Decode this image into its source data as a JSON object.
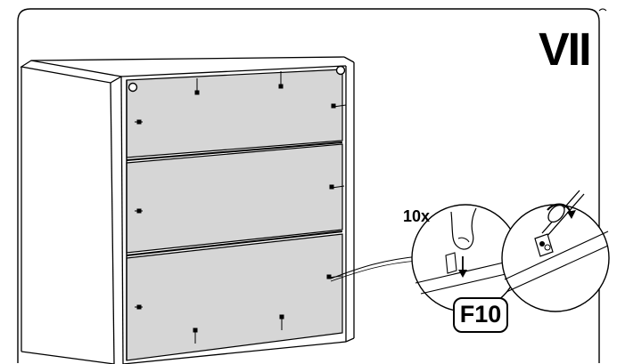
{
  "step": {
    "number": "VII"
  },
  "detail_left": {
    "quantity": "10x",
    "part_label": "F10"
  },
  "colors": {
    "line": "#000000",
    "panel_fill": "#d6d6d6",
    "background": "#ffffff"
  }
}
